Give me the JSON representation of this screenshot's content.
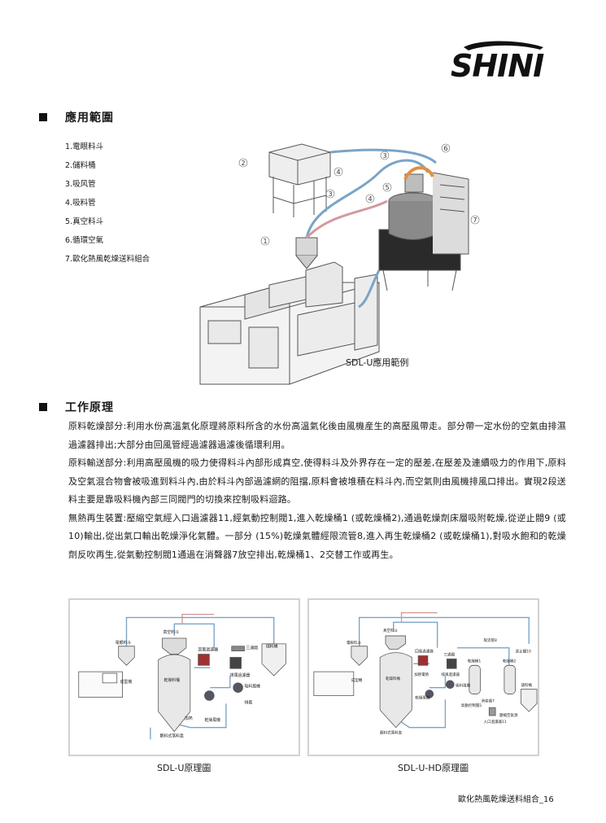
{
  "brand": {
    "logo_text": "SHINI"
  },
  "section1": {
    "title": "應用範圍",
    "items": [
      "1.電眼料斗",
      "2.儲料桶",
      "3.吸风管",
      "4.吸料管",
      "5.真空料斗",
      "6.循環空氣",
      "7.歐化熱風乾燥送料組合"
    ]
  },
  "figure1": {
    "caption": "SDL-U應用範例",
    "callouts": [
      "1",
      "2",
      "3",
      "3",
      "4",
      "4",
      "5",
      "6",
      "7"
    ]
  },
  "section2": {
    "title": "工作原理",
    "paragraphs": [
      "原料乾燥部分:利用水份高溫氣化原理將原料所含的水份高溫氣化後由風機産生的高壓風帶走。部分帶一定水份的空氣由排濕過濾器排出;大部分由回風管經過濾器過濾後循環利用。",
      "原料輸送部分:利用高壓風機的吸力使得料斗內部形成真空,使得料斗及外界存在一定的壓差,在壓差及連續吸力的作用下,原料及空氣混合物會被吸進到料斗內,由於料斗內部過濾網的阻擋,原料會被堆積在料斗內,而空氣則由風機排風口排出。實現2段送料主要是靠吸料機內部三同閥門的切換來控制吸料迴路。",
      "無熱再生裝置:壓縮空氣經入口過濾器11,經氣動控制閥1,進入乾燥桶1 (或乾燥桶2),通過乾燥劑床層吸附乾燥,從逆止閥9 (或10)輸出,從出氣口輸出乾燥淨化氣體。一部分 (15%)乾燥氣體經限流管8,進入再生乾燥桶2 (或乾燥桶1),對吸水飽和的乾燥劑反吹再生,從氣動控制閥1通過在消聲器7放空排出,乾燥桶1、2交替工作或再生。"
    ]
  },
  "diagram1": {
    "caption": "SDL-U原理圖",
    "labels": {
      "vacuum_hopper": "真空料斗",
      "eye_hopper": "電眼料斗",
      "molding": "成型機",
      "return_filter": "回風過濾器",
      "three_way": "三通閥",
      "storage": "儲料桶",
      "dryer": "乾燥料桶",
      "exhaust_filter": "排風過濾器",
      "suction_fan": "吸料風機",
      "exhaust": "排風",
      "heater": "加熱",
      "dry_fan": "乾燥風機",
      "tray": "觀料式落料盒"
    }
  },
  "diagram2": {
    "caption": "SDL-U-HD原理圖",
    "labels": {
      "vacuum_hopper": "真空料斗",
      "eye_hopper": "電眼料斗",
      "molding": "成型機",
      "return_filter": "回風過濾器",
      "three_way": "三通閥",
      "valve": "限流管8",
      "check": "逆止閥10",
      "heater": "加熱電熱",
      "exhaust_filter": "排風過濾器",
      "suction_fan": "吸料風機",
      "dry_fan": "乾燥風機",
      "dryer1": "乾燥桶1",
      "dryer2": "乾燥桶2",
      "silencer": "消音器7",
      "control_valve": "氣動控制閥1",
      "storage": "儲料桶",
      "air_source": "壓縮空氣源",
      "inlet_filter": "入口過濾器11",
      "dryer": "乾燥料桶",
      "tray": "觀料式落料盒"
    }
  },
  "footer": {
    "text": "歐化熱風乾燥送料組合_16"
  }
}
